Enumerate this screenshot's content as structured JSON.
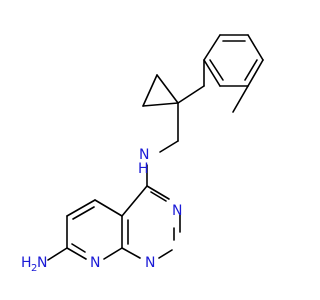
{
  "molecule": {
    "atom_labels": {
      "amine_nh": "N",
      "amine_nh_h": "H",
      "pyrimidine_n_upper": "N",
      "pyrimidine_n_lower": "N",
      "pyridine_n": "N",
      "amino_h": "H",
      "amino_sub": "2",
      "amino_n": "N"
    },
    "colors": {
      "bond": "#000000",
      "nitrogen": "#1a1ad6",
      "background": "#ffffff"
    }
  }
}
